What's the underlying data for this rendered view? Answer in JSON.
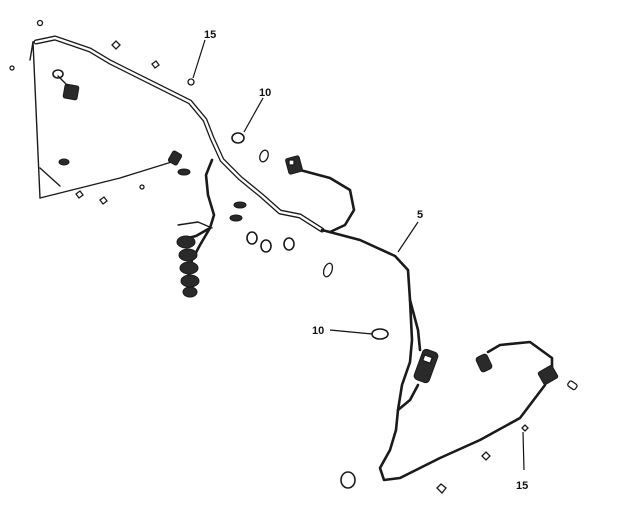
{
  "callouts": {
    "top_15": "15",
    "top_10": "10",
    "right_5": "5",
    "mid_10": "10",
    "bottom_15": "15"
  }
}
